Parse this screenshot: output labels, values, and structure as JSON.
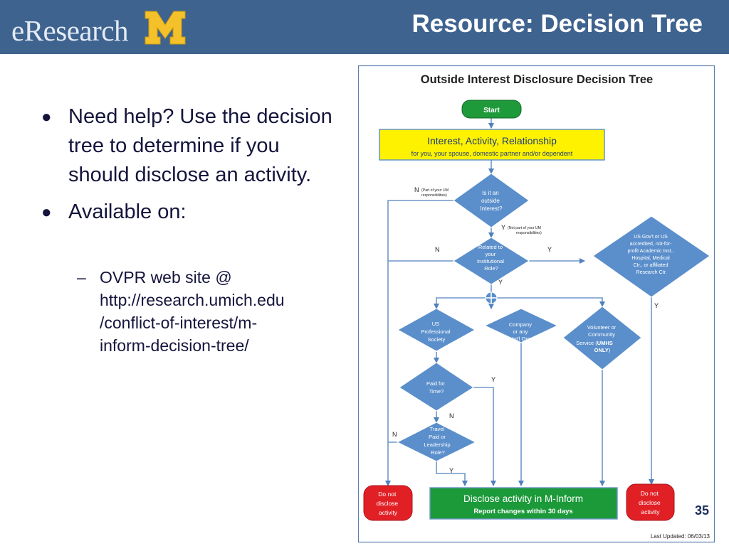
{
  "slide": {
    "title": "Resource:  Decision Tree",
    "logo_text": "eResearch",
    "logo_letter": "M",
    "page_number": "35",
    "bullets": [
      "Need help?  Use the decision tree to determine if you should disclose an activity.",
      "Available on:"
    ],
    "sub_bullet": {
      "line1": "OVPR web site @",
      "line2": "http://research.umich.edu",
      "line3": "/conflict-of-interest/m-",
      "line4": "inform-decision-tree/"
    }
  },
  "colors": {
    "header_bg": "#3f638f",
    "start_green": "#1f9a3b",
    "interest_yellow": "#fef200",
    "diamond_blue": "#5b8fcb",
    "disclose_green": "#1c9a3a",
    "do_not_red": "#e12026",
    "logo_gold": "#f4c12a"
  },
  "tree": {
    "title": "Outside Interest Disclosure Decision Tree",
    "start": "Start",
    "interest_title": "Interest, Activity, Relationship",
    "interest_sub": "for you, your spouse, domestic partner and/or dependent",
    "d_outside": [
      "Is it an",
      "outside",
      "Interest?"
    ],
    "n_outside": "N",
    "n_outside_note": [
      "(Part of your UM",
      "responsibilities)"
    ],
    "y_outside": "Y",
    "y_outside_note": [
      "(Not part of your UM",
      "responsibilities)"
    ],
    "d_related": [
      "Related to",
      "your",
      "Institutional",
      "Role?"
    ],
    "n_related": "N",
    "y_related": "Y",
    "y_below_related": "Y",
    "d_usgov": [
      "US Gov't or US",
      "accredited, not-for-",
      "profit Academic  Inst.,",
      "Hospital, Medical",
      "Ctr., or affiliated",
      "Research Ctr."
    ],
    "y_usgov": "Y",
    "d_usprof": [
      "US",
      "Professional",
      "Society"
    ],
    "d_company": [
      "Company",
      "or any",
      "Int'l Org"
    ],
    "d_volunteer": [
      "Volunteer or",
      "Community",
      "Service ("
    ],
    "volunteer_bold": [
      "UMHS",
      "ONLY"
    ],
    "volunteer_close": ")",
    "d_paid": [
      "Paid for",
      "Time?"
    ],
    "y_paid": "Y",
    "n_paid": "N",
    "d_travel": [
      "Travel",
      "Paid or",
      "Leadership",
      "Role?"
    ],
    "n_travel": "N",
    "y_travel": "Y",
    "do_not_1": [
      "Do not",
      "disclose",
      "activity"
    ],
    "do_not_2": [
      "Do not",
      "disclose",
      "activity"
    ],
    "disclose_title": "Disclose activity in M-Inform",
    "disclose_sub": "Report changes within 30 days",
    "last_updated": "Last Updated:  06/03/13"
  }
}
